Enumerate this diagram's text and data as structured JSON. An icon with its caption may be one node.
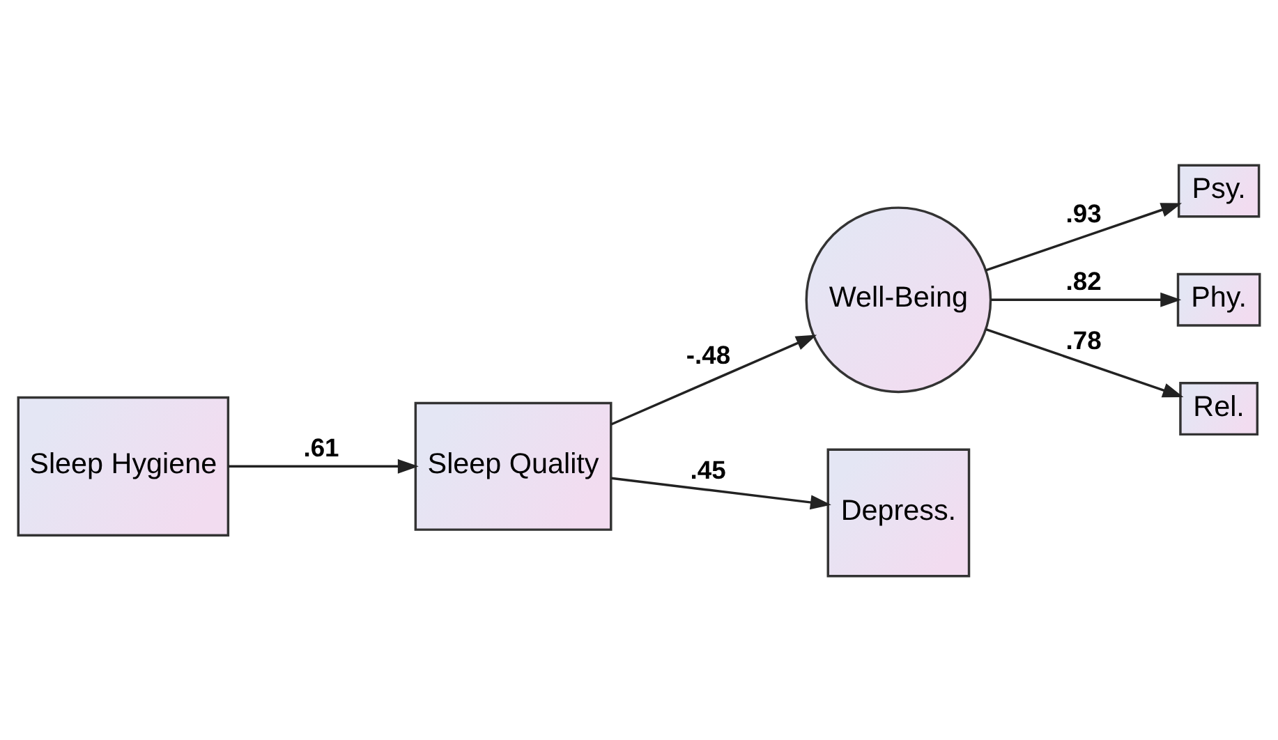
{
  "diagram": {
    "nodes": [
      {
        "text": [
          "Sleep Hygiene"
        ]
      },
      {
        "text": [
          "Sleep Quality"
        ]
      },
      {
        "text": [
          "Well-Being"
        ]
      },
      {
        "text": [
          "Psy."
        ]
      },
      {
        "text": [
          "Phy."
        ]
      },
      {
        "text": [
          "Rel."
        ]
      },
      {
        "text": [
          "Depress."
        ]
      }
    ],
    "edges": [
      {
        "from": 0,
        "to": 1,
        "arrow": "to",
        "label": ".61"
      },
      {
        "from": 1,
        "to": 2,
        "arrow": "to",
        "label": "-.48"
      },
      {
        "from": 1,
        "to": 6,
        "arrow": "to",
        "label": ".45"
      },
      {
        "from": 2,
        "to": 3,
        "arrow": "to",
        "label": ".93"
      },
      {
        "from": 2,
        "to": 4,
        "arrow": "to",
        "label": ".82"
      },
      {
        "from": 2,
        "to": 5,
        "arrow": "to",
        "label": ".78"
      }
    ]
  }
}
